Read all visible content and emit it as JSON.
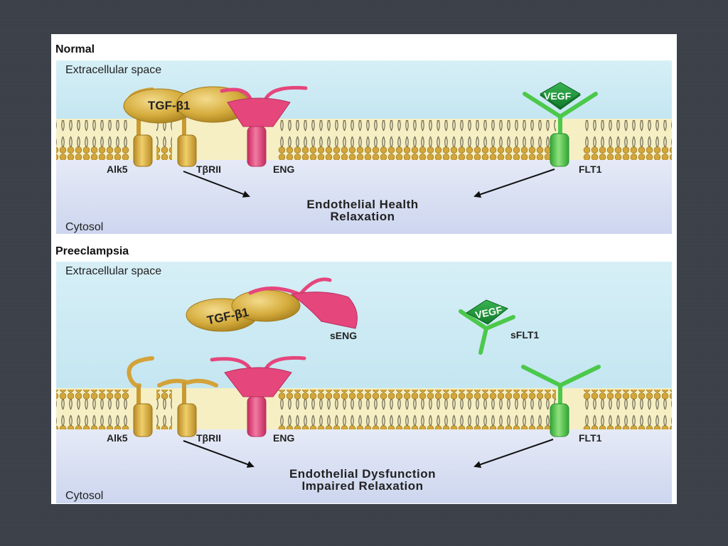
{
  "normal": {
    "title": "Normal",
    "extracellular": "Extracellular space",
    "cytosol": "Cytosol",
    "receptors": {
      "alk5": "Alk5",
      "tbrii": "TβRII",
      "eng": "ENG",
      "flt1": "FLT1"
    },
    "ligands": {
      "tgf": "TGF-β1",
      "vegf": "VEGF"
    },
    "outcome": {
      "line1": "Endothelial Health",
      "line2": "Relaxation"
    }
  },
  "preeclampsia": {
    "title": "Preeclampsia",
    "extracellular": "Extracellular space",
    "cytosol": "Cytosol",
    "receptors": {
      "alk5": "Alk5",
      "tbrii": "TβRII",
      "eng": "ENG",
      "flt1": "FLT1"
    },
    "ligands": {
      "tgf": "TGF-β1",
      "vegf": "VEGF"
    },
    "soluble": {
      "seng": "sENG",
      "sflt1": "sFLT1"
    },
    "outcome": {
      "line1": "Endothelial Dysfunction",
      "line2": "Impaired Relaxation"
    }
  },
  "colors": {
    "slide_bg": "#3c4049",
    "extracellular": "#cdebf3",
    "cytosol": "#e3e8f6",
    "membrane_band": "#f6efc4",
    "lipid_head": "#d2a53a",
    "alk_receptor": "#d8aa44",
    "eng": "#e8447c",
    "flt": "#4cc84a",
    "vegf": "#1f9c3c"
  }
}
